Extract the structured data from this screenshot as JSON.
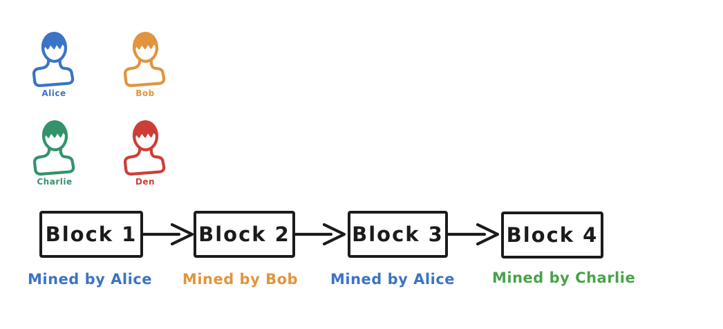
{
  "canvas": {
    "background": "#ffffff",
    "stroke_color": "#1b1b1b"
  },
  "participants": [
    {
      "name": "Alice",
      "color": "#3b74c4"
    },
    {
      "name": "Bob",
      "color": "#e0953e"
    },
    {
      "name": "Charlie",
      "color": "#33936b"
    },
    {
      "name": "Den",
      "color": "#cd3e37"
    }
  ],
  "chain": {
    "blocks": [
      {
        "label": "Block 1",
        "caption": "Mined by Alice",
        "caption_color": "#3b74c4"
      },
      {
        "label": "Block 2",
        "caption": "Mined by Bob",
        "caption_color": "#e0953e"
      },
      {
        "label": "Block 3",
        "caption": "Mined by Alice",
        "caption_color": "#3b74c4"
      },
      {
        "label": "Block 4",
        "caption": "Mined by Charlie",
        "caption_color": "#4aa24a"
      }
    ]
  }
}
